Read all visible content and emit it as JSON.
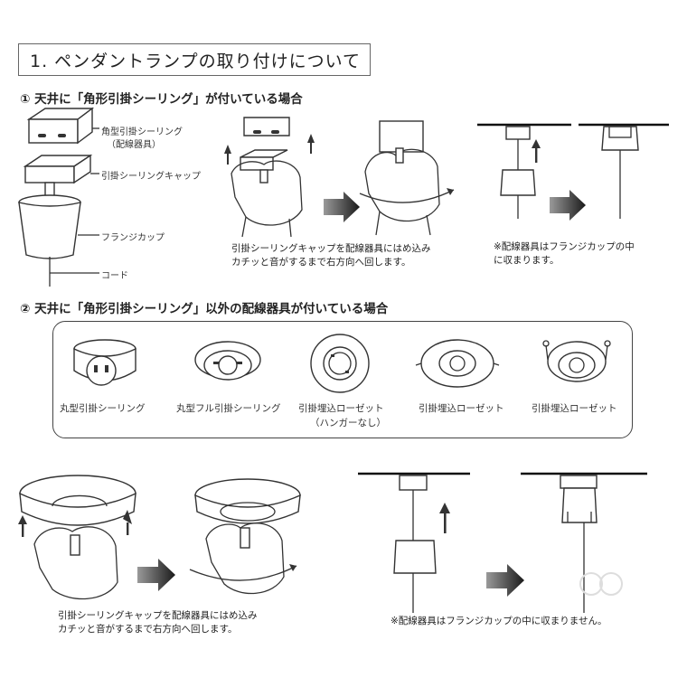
{
  "title": "1. ペンダントランプの取り付けについて",
  "section1": {
    "heading": "① 天井に「角形引掛シーリング」が付いている場合",
    "parts": {
      "ceiling_label_line1": "角型引掛シーリング",
      "ceiling_label_line2": "（配線器具）",
      "cap_label": "引掛シーリングキャップ",
      "flange_label": "フランジカップ",
      "cord_label": "コード"
    },
    "caption_install": [
      "引掛シーリングキャップを配線器具にはめ込み",
      "カチッと音がするまで右方向へ回します。"
    ],
    "caption_note": [
      "※配線器具はフランジカップの中",
      "に収まります。"
    ]
  },
  "section2": {
    "heading": "② 天井に「角形引掛シーリング」以外の配線器具が付いている場合",
    "fixtures": [
      {
        "label": "丸型引掛シーリング",
        "sub": ""
      },
      {
        "label": "丸型フル引掛シーリング",
        "sub": ""
      },
      {
        "label": "引掛埋込ローゼット",
        "sub": "（ハンガーなし）"
      },
      {
        "label": "引掛埋込ローゼット",
        "sub": ""
      },
      {
        "label": "引掛埋込ローゼット",
        "sub": ""
      }
    ],
    "caption_install": [
      "引掛シーリングキャップを配線器具にはめ込み",
      "カチッと音がするまで右方向へ回します。"
    ],
    "caption_note": "※配線器具はフランジカップの中に収まりません。"
  },
  "colors": {
    "line": "#333333",
    "arrow_dark": "#1a1a1a",
    "arrow_light": "#9a9a9a"
  }
}
